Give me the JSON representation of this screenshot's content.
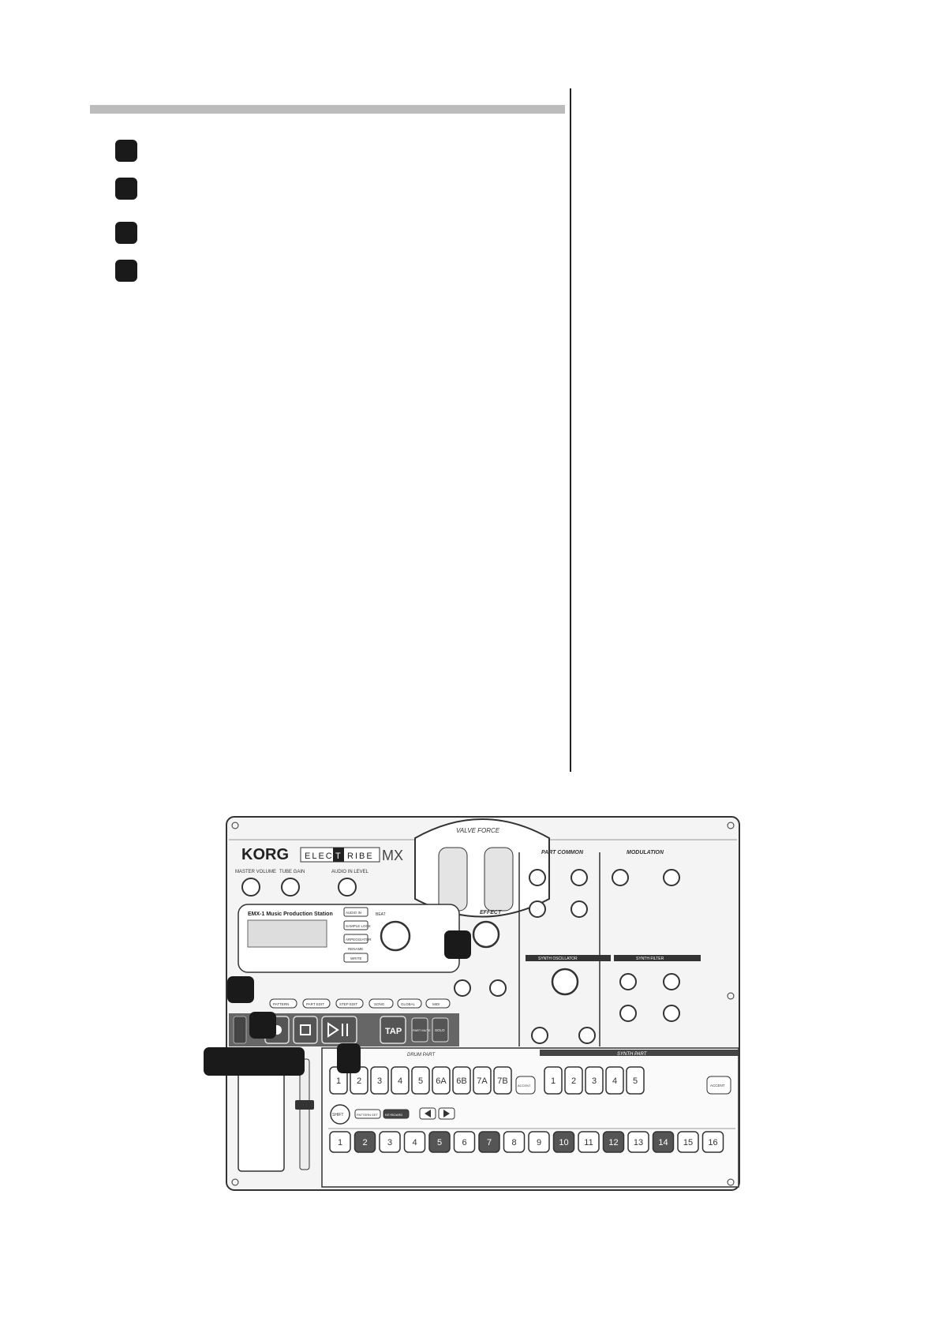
{
  "steps": [
    {
      "label": ""
    },
    {
      "label": ""
    },
    {
      "label": ""
    },
    {
      "label": ""
    }
  ],
  "device": {
    "brand": "KORG",
    "model_prefix": "ELEC",
    "model_mid": "T",
    "model_suffix": "RIBE",
    "model_mx": "MX",
    "series": "VALVE FORCE",
    "display_title": "EMX-1 Music Production Station",
    "knobs_top": [
      "MASTER VOLUME",
      "TUBE GAIN",
      "AUDIO IN LEVEL"
    ],
    "side_buttons": [
      "AUDIO IN",
      "SAMPLE LOCK",
      "ARPEGGIATOR",
      "RENAME",
      "WRITE"
    ],
    "value_label": "BEAT",
    "effect_title": "EFFECT",
    "part_common": "PART COMMON",
    "modulation": "MODULATION",
    "synth_osc": "SYNTH OSCILLATOR",
    "synth_filter": "SYNTH FILTER",
    "mode_buttons": [
      "PATTERN",
      "PART EDIT",
      "STEP EDIT",
      "SONG",
      "GLOBAL",
      "MIDI"
    ],
    "tap_label": "TAP",
    "part_mute": "PART MUTE",
    "solo": "SOLO",
    "drum_part": "DRUM PART",
    "synth_part": "SYNTH PART",
    "drum_keys": [
      "1",
      "2",
      "3",
      "4",
      "5",
      "6A",
      "6B",
      "7A",
      "7B"
    ],
    "synth_keys": [
      "1",
      "2",
      "3",
      "4",
      "5"
    ],
    "accent": "ACCENT",
    "shift": "SHIFT",
    "pattern_set": "PATTERN SET",
    "keyboard": "KEYBOARD",
    "step_keys": [
      "1",
      "2",
      "3",
      "4",
      "5",
      "6",
      "7",
      "8",
      "9",
      "10",
      "11",
      "12",
      "13",
      "14",
      "15",
      "16"
    ]
  },
  "colors": {
    "panel": "#f4f4f4",
    "ink": "#333333",
    "callout": "#1a1a1a",
    "rule": "#bcbcbc"
  }
}
